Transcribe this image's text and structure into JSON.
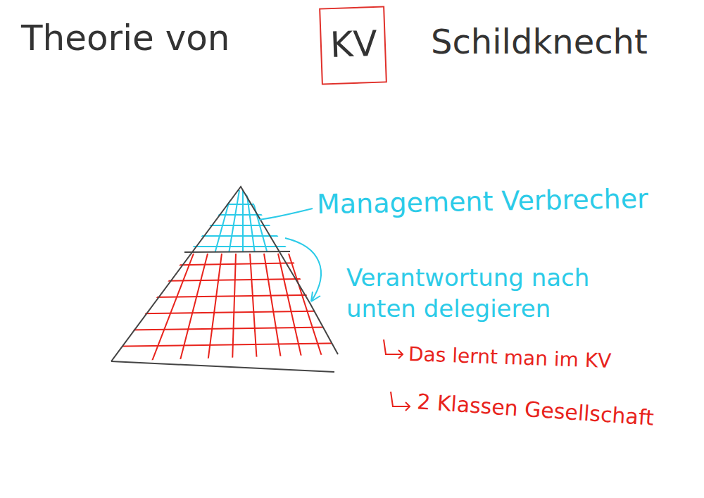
{
  "diagram": {
    "nodes": [
      {
        "text": [
          "KV"
        ]
      }
    ],
    "labels": [
      "Theorie von",
      "Schildknecht",
      "Management Verbrecher",
      "Verantwortung nach unten delegieren",
      "Das lernt man im KV",
      "2 Klassen Gesellschaft"
    ]
  }
}
